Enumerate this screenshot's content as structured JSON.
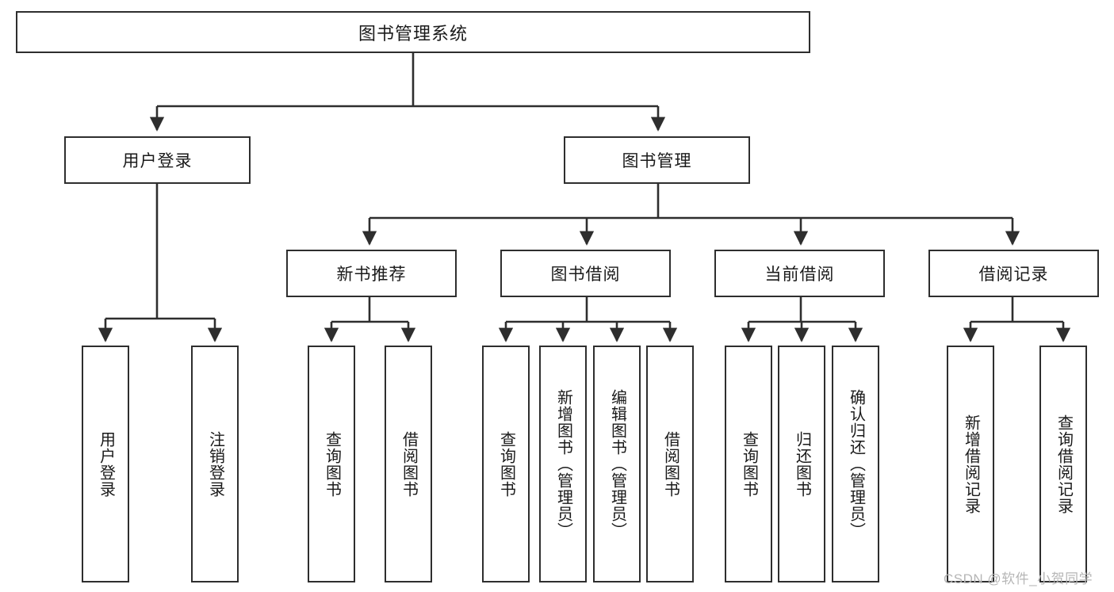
{
  "diagram": {
    "title": "图书管理系统",
    "type": "hierarchy-tree",
    "watermark": "CSDN @软件_小贺同学",
    "colors": {
      "box_border": "#2e2e2e",
      "box_fill": "#ffffff",
      "connector": "#2e2e2e",
      "text": "#1a1a1a",
      "watermark": "#b6b6b6"
    },
    "nodes": {
      "root": {
        "label": "图书管理系统"
      },
      "tier2": [
        {
          "label": "用户登录"
        },
        {
          "label": "图书管理"
        }
      ],
      "tier3": [
        {
          "label": "新书推荐"
        },
        {
          "label": "图书借阅"
        },
        {
          "label": "当前借阅"
        },
        {
          "label": "借阅记录"
        }
      ],
      "leaves": {
        "user_login": [
          {
            "label": "用户登录"
          },
          {
            "label": "注销登录"
          }
        ],
        "new_book_recommend": [
          {
            "label": "查询图书"
          },
          {
            "label": "借阅图书"
          }
        ],
        "book_borrow": [
          {
            "label": "查询图书"
          },
          {
            "label": "新增图书（管理员）"
          },
          {
            "label": "编辑图书（管理员）"
          },
          {
            "label": "借阅图书"
          }
        ],
        "current_borrow": [
          {
            "label": "查询图书"
          },
          {
            "label": "归还图书"
          },
          {
            "label": "确认归还（管理员）"
          }
        ],
        "borrow_record": [
          {
            "label": "新增借阅记录"
          },
          {
            "label": "查询借阅记录"
          }
        ]
      }
    }
  }
}
